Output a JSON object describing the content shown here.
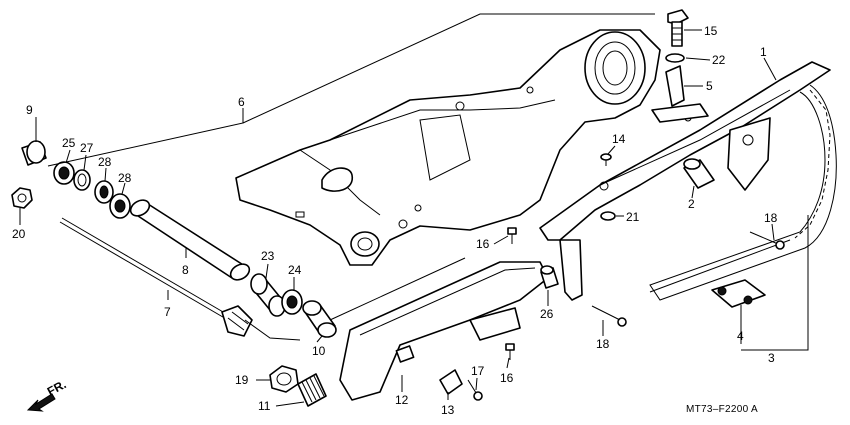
{
  "diagram": {
    "code": "MT73–F2200 A",
    "direction_label": "FR.",
    "callouts": [
      {
        "id": "n1",
        "text": "1"
      },
      {
        "id": "n2",
        "text": "2"
      },
      {
        "id": "n3",
        "text": "3"
      },
      {
        "id": "n4",
        "text": "4"
      },
      {
        "id": "n5",
        "text": "5"
      },
      {
        "id": "n6",
        "text": "6"
      },
      {
        "id": "n7",
        "text": "7"
      },
      {
        "id": "n8",
        "text": "8"
      },
      {
        "id": "n9",
        "text": "9"
      },
      {
        "id": "n10",
        "text": "10"
      },
      {
        "id": "n11",
        "text": "11"
      },
      {
        "id": "n12",
        "text": "12"
      },
      {
        "id": "n13",
        "text": "13"
      },
      {
        "id": "n14",
        "text": "14"
      },
      {
        "id": "n15",
        "text": "15"
      },
      {
        "id": "n16a",
        "text": "16"
      },
      {
        "id": "n16b",
        "text": "16"
      },
      {
        "id": "n17",
        "text": "17"
      },
      {
        "id": "n18a",
        "text": "18"
      },
      {
        "id": "n18b",
        "text": "18"
      },
      {
        "id": "n19",
        "text": "19"
      },
      {
        "id": "n20",
        "text": "20"
      },
      {
        "id": "n21",
        "text": "21"
      },
      {
        "id": "n22",
        "text": "22"
      },
      {
        "id": "n23",
        "text": "23"
      },
      {
        "id": "n24",
        "text": "24"
      },
      {
        "id": "n25",
        "text": "25"
      },
      {
        "id": "n26",
        "text": "26"
      },
      {
        "id": "n27",
        "text": "27"
      },
      {
        "id": "n28a",
        "text": "28"
      },
      {
        "id": "n28b",
        "text": "28"
      }
    ]
  }
}
